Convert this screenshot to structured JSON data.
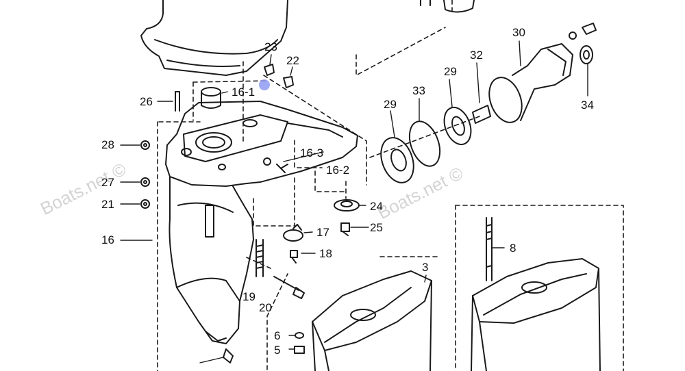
{
  "watermarks": [
    "Boats.net ©",
    "Boats.net ©"
  ],
  "parts": {
    "p3": "3",
    "p5": "5",
    "p6": "6",
    "p8": "8",
    "p16": "16",
    "p16_1": "16-1",
    "p16_2": "16-2",
    "p16_3": "16-3",
    "p17": "17",
    "p18": "18",
    "p19": "19",
    "p20": "20",
    "p21": "21",
    "p22": "22",
    "p23": "23",
    "p24": "24",
    "p25": "25",
    "p26": "26",
    "p27": "27",
    "p28": "28",
    "p29a": "29",
    "p29b": "29",
    "p30": "30",
    "p32": "32",
    "p33": "33",
    "p34": "34"
  }
}
